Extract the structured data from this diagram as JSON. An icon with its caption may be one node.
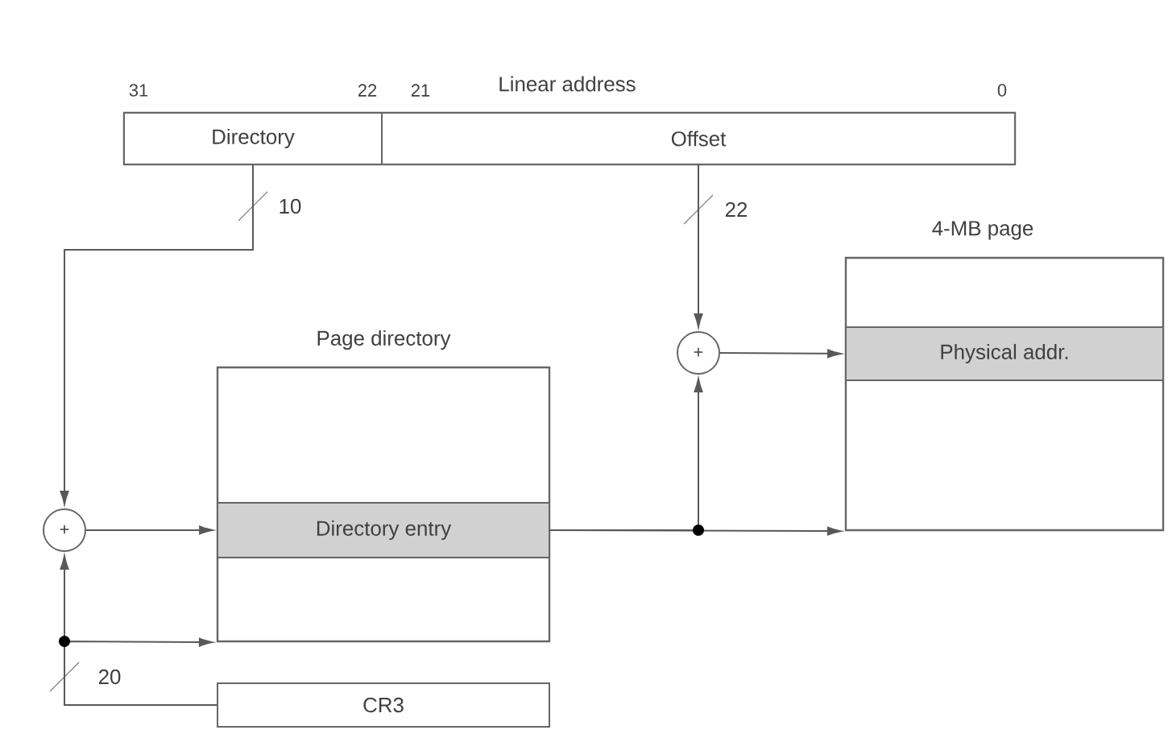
{
  "diagram": {
    "nodes": [
      {
        "text": [
          "Linear address"
        ]
      },
      {
        "text": [
          "Directory"
        ],
        "in": 0
      },
      {
        "text": [
          "Offset"
        ],
        "in": 0
      },
      {
        "text": [
          "Page directory"
        ]
      },
      {
        "text": [
          "Directory entry"
        ],
        "in": 3
      },
      {
        "text": [
          "4-MB page"
        ]
      },
      {
        "text": [
          "Physical addr."
        ],
        "in": 5
      },
      {
        "text": [
          "CR3"
        ]
      },
      {
        "text": [
          "+"
        ]
      },
      {
        "text": [
          "+"
        ]
      }
    ],
    "edges": [
      {
        "from": 1,
        "to": 8,
        "arrow": "to",
        "label": "10"
      },
      {
        "from": 2,
        "to": 9,
        "arrow": "to",
        "label": "22"
      },
      {
        "from": 7,
        "to": 8,
        "arrow": "to",
        "label": "20"
      },
      {
        "from": 7,
        "to": 3,
        "arrow": "to"
      },
      {
        "from": 8,
        "to": 4,
        "arrow": "to"
      },
      {
        "from": 4,
        "to": 9,
        "arrow": "to"
      },
      {
        "from": 4,
        "to": 5,
        "arrow": "to"
      },
      {
        "from": 9,
        "to": 6,
        "arrow": "to"
      }
    ],
    "labels": [
      "31",
      "22",
      "21",
      "0"
    ]
  }
}
